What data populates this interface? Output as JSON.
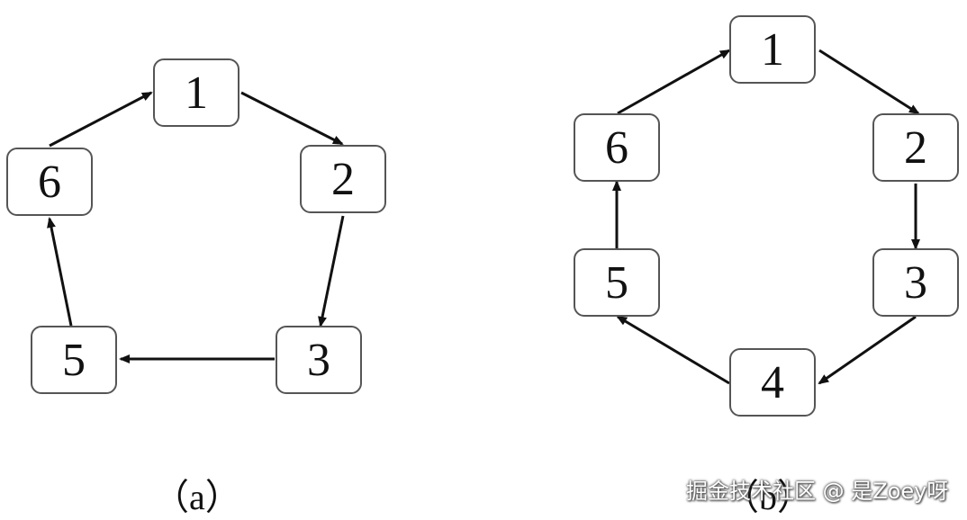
{
  "diagram_a": {
    "caption": "（a）",
    "nodes": [
      "1",
      "2",
      "3",
      "5",
      "6"
    ]
  },
  "diagram_b": {
    "caption": "（b）",
    "nodes": [
      "1",
      "2",
      "3",
      "4",
      "5",
      "6"
    ]
  },
  "watermark": "掘金技术社区 @ 是Zoey呀"
}
